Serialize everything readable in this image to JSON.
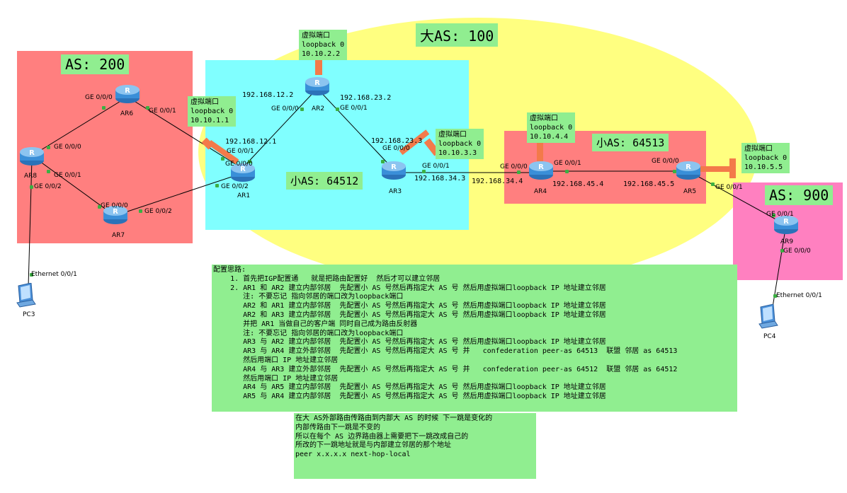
{
  "big_as": "大AS: 100",
  "as200": "AS: 200",
  "as64512": "小AS: 64512",
  "as64513": "小AS: 64513",
  "as900": "AS: 900",
  "loopbacks": {
    "ar2": {
      "t": "虚拟端口",
      "l": "loopback 0",
      "ip": "10.10.2.2"
    },
    "ar1": {
      "t": "虚拟端口",
      "l": "loopback 0",
      "ip": "10.10.1.1"
    },
    "ar3": {
      "t": "虚拟端口",
      "l": "loopback 0",
      "ip": "10.10.3.3"
    },
    "ar4": {
      "t": "虚拟端口",
      "l": "loopback 0",
      "ip": "10.10.4.4"
    },
    "ar5": {
      "t": "虚拟端口",
      "l": "loopback 0",
      "ip": "10.10.5.5"
    }
  },
  "routers": {
    "ar1": "AR1",
    "ar2": "AR2",
    "ar3": "AR3",
    "ar4": "AR4",
    "ar5": "AR5",
    "ar6": "AR6",
    "ar7": "AR7",
    "ar8": "AR8",
    "ar9": "AR9"
  },
  "pcs": {
    "pc3": "PC3",
    "pc4": "PC4"
  },
  "ports": {
    "ar6_g000": "GE 0/0/0",
    "ar6_g001": "GE 0/0/1",
    "ar8_g000": "GE 0/0/0",
    "ar8_g001": "GE 0/0/1",
    "ar8_g002": "GE 0/0/2",
    "ar7_g000": "GE 0/0/0",
    "ar7_g002": "GE 0/0/2",
    "ar1_g001": "GE 0/0/1",
    "ar1_g000": "GE 0/0/0",
    "ar1_g002": "GE 0/0/2",
    "ar2_g000": "GE 0/0/0",
    "ar2_g001": "GE 0/0/1",
    "ar3_g000": "GE 0/0/0",
    "ar3_g001": "GE 0/0/1",
    "ar4_g000": "GE 0/0/0",
    "ar4_g001": "GE 0/0/1",
    "ar5_g000": "GE 0/0/0",
    "ar5_g001": "GE 0/0/1",
    "ar9_g001": "GE 0/0/1",
    "ar9_g000": "GE 0/0/0",
    "pc3_eth": "Ethernet 0/0/1",
    "pc4_eth": "Ethernet 0/0/1"
  },
  "ips": {
    "ip_12_2": "192.168.12.2",
    "ip_23_2": "192.168.23.2",
    "ip_12_1": "192.168.12.1",
    "ip_23_3": "192.168.23.3",
    "ip_34_3": "192.168.34.3",
    "ip_34_4": "192.168.34.4",
    "ip_45_4": "192.168.45.4",
    "ip_45_5": "192.168.45.5"
  },
  "notes": {
    "main": "配置思路:\n    1. 首先把IGP配置通   就是把路由配置好  然后才可以建立邻居\n    2. AR1 和 AR2 建立内部邻居  先配置小 AS 号然后再指定大 AS 号 然后用虚拟端口loopback IP 地址建立邻居\n       注: 不要忘记 指向邻居的端口改为loopback端口\n       AR2 和 AR1 建立内部邻居  先配置小 AS 号然后再指定大 AS 号 然后用虚拟端口loopback IP 地址建立邻居\n       AR2 和 AR3 建立内部邻居  先配置小 AS 号然后再指定大 AS 号 然后用虚拟端口loopback IP 地址建立邻居\n       并把 AR1 当做自己的客户端 同时自己成为路由反射器\n       注: 不要忘记 指向邻居的端口改为loopback端口\n       AR3 与 AR2 建立内部邻居  先配置小 AS 号然后再指定大 AS 号 然后用虚拟端口loopback IP 地址建立邻居\n       AR3 与 AR4 建立外部邻居  先配置小 AS 号然后再指定大 AS 号 并   confederation peer-as 64513  联盟 邻居 as 64513\n       然后用端口 IP 地址建立邻居\n       AR4 与 AR3 建立外部邻居  先配置小 AS 号然后再指定大 AS 号 并   confederation peer-as 64512  联盟 邻居 as 64512\n       然后用端口 IP 地址建立邻居\n       AR4 与 AR5 建立内部邻居  先配置小 AS 号然后再指定大 AS 号 然后用虚拟端口loopback IP 地址建立邻居\n       AR5 与 AR4 建立内部邻居  先配置小 AS 号然后再指定大 AS 号 然后用虚拟端口loopback IP 地址建立邻居",
    "second": "在大 AS外部路由传路由到内部大 AS 的时候 下一跳是变化的\n内部传路由下一跳是不变的\n所以在每个 AS 边界路由器上需要把下一跳改成自己的\n所改的下一跳地址就是与内部建立邻居的那个地址\npeer x.x.x.x next-hop-local"
  },
  "colors": {
    "link": "#000000",
    "router": "#3a8fd8",
    "port_dot": "#3cb043",
    "loop_bar": "#f37a4a"
  }
}
